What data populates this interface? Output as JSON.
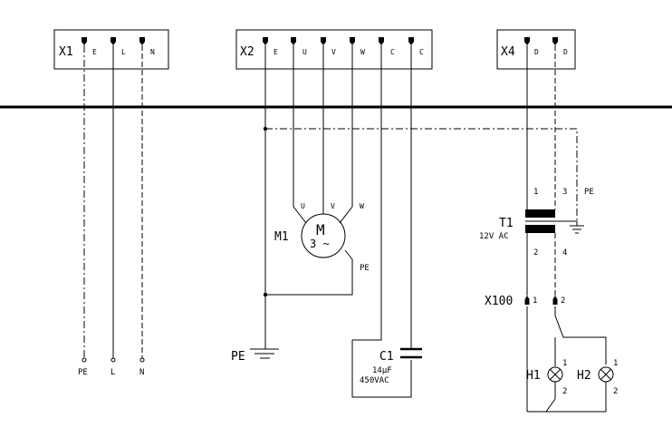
{
  "terminal_blocks": {
    "x1": {
      "name": "X1",
      "pins": [
        "E",
        "L",
        "N"
      ]
    },
    "x2": {
      "name": "X2",
      "pins": [
        "E",
        "U",
        "V",
        "W",
        "C",
        "C"
      ]
    },
    "x4": {
      "name": "X4",
      "pins": [
        "D",
        "D"
      ]
    }
  },
  "bottom_terminals": [
    "PE",
    "L",
    "N"
  ],
  "motor": {
    "name": "M1",
    "symbol": "M",
    "phase": "3 ~",
    "windings": [
      "U",
      "V",
      "W"
    ],
    "pe": "PE"
  },
  "ground": {
    "label": "PE"
  },
  "capacitor": {
    "name": "C1",
    "value": "14µF",
    "rating": "450VAC"
  },
  "transformer": {
    "name": "T1",
    "rating": "12V AC",
    "pins": [
      "1",
      "3",
      "2",
      "4"
    ],
    "pe": "PE"
  },
  "connector": {
    "name": "X100",
    "pins": [
      "1",
      "2"
    ]
  },
  "lamps": [
    {
      "name": "H1",
      "pins": [
        "1",
        "2"
      ]
    },
    {
      "name": "H2",
      "pins": [
        "1",
        "2"
      ]
    }
  ]
}
